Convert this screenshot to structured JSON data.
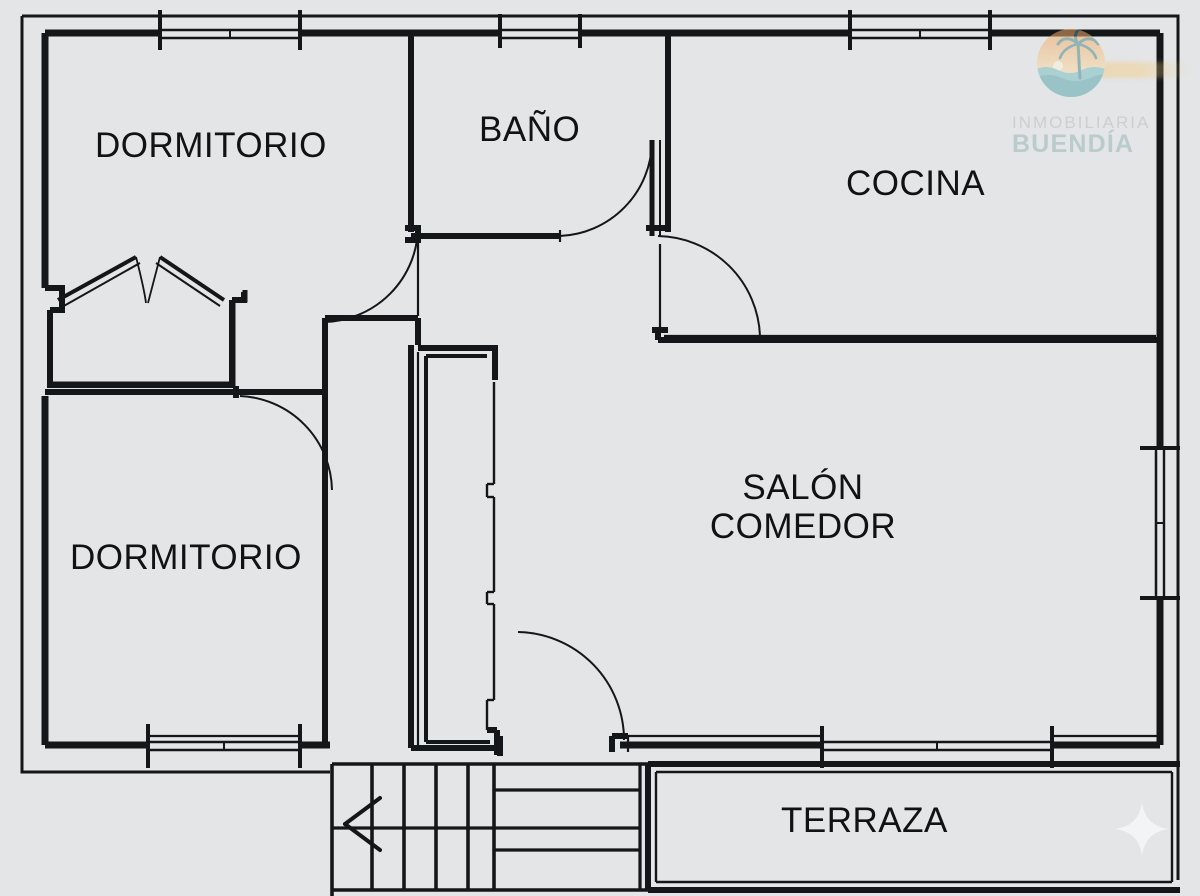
{
  "document": {
    "type": "floor-plan",
    "language": "es",
    "background_color": "#e3e5e7",
    "line_color": "#14171a"
  },
  "rooms": [
    {
      "id": "dormitorio-1",
      "label": "DORMITORIO",
      "position": "top-left"
    },
    {
      "id": "bano",
      "label": "BAÑO",
      "position": "top-center"
    },
    {
      "id": "cocina",
      "label": "COCINA",
      "position": "top-right"
    },
    {
      "id": "dormitorio-2",
      "label": "DORMITORIO",
      "position": "bottom-left"
    },
    {
      "id": "salon-comedor",
      "label_line1": "SALÓN",
      "label_line2": "COMEDOR",
      "label": "SALÓN COMEDOR",
      "position": "center-right"
    },
    {
      "id": "terraza",
      "label": "TERRAZA",
      "position": "bottom-right"
    }
  ],
  "features": {
    "windows": [
      {
        "id": "window-dormitorio-1-top",
        "orientation": "horizontal",
        "wall": "north"
      },
      {
        "id": "window-bano-top",
        "orientation": "horizontal",
        "wall": "north"
      },
      {
        "id": "window-cocina-top",
        "orientation": "horizontal",
        "wall": "north"
      },
      {
        "id": "window-salon-right",
        "orientation": "vertical",
        "wall": "east"
      },
      {
        "id": "window-dormitorio-2-bottom",
        "orientation": "horizontal",
        "wall": "south"
      },
      {
        "id": "window-salon-bottom",
        "orientation": "horizontal",
        "wall": "south"
      },
      {
        "id": "bay-window-dormitorio-1",
        "orientation": "angled",
        "wall": "west"
      }
    ],
    "doors": [
      {
        "id": "door-bano",
        "swing": "inward-left"
      },
      {
        "id": "door-dormitorio-1",
        "swing": "inward-right"
      },
      {
        "id": "door-dormitorio-2",
        "swing": "inward-right"
      },
      {
        "id": "door-cocina",
        "swing": "inward-left"
      },
      {
        "id": "door-salon-terraza",
        "swing": "inward-right"
      }
    ],
    "stairs": {
      "id": "stairs",
      "direction_marker": "arrow-left",
      "treads": 4
    }
  },
  "watermark": {
    "line1": "INMOBILIARIA",
    "line2": "BUENDÍA",
    "logo_name": "palm-tree-beach-logo",
    "colors": {
      "sun": "#f2a35c",
      "sky": "#f6cf91",
      "sea": "#63aab0",
      "palm": "#4e8c92",
      "text_top": "#b9bfc2",
      "text_bottom": "#9ab7b8"
    }
  },
  "sparkle": {
    "name": "sparkle-watermark",
    "color": "#f2f4f5"
  }
}
